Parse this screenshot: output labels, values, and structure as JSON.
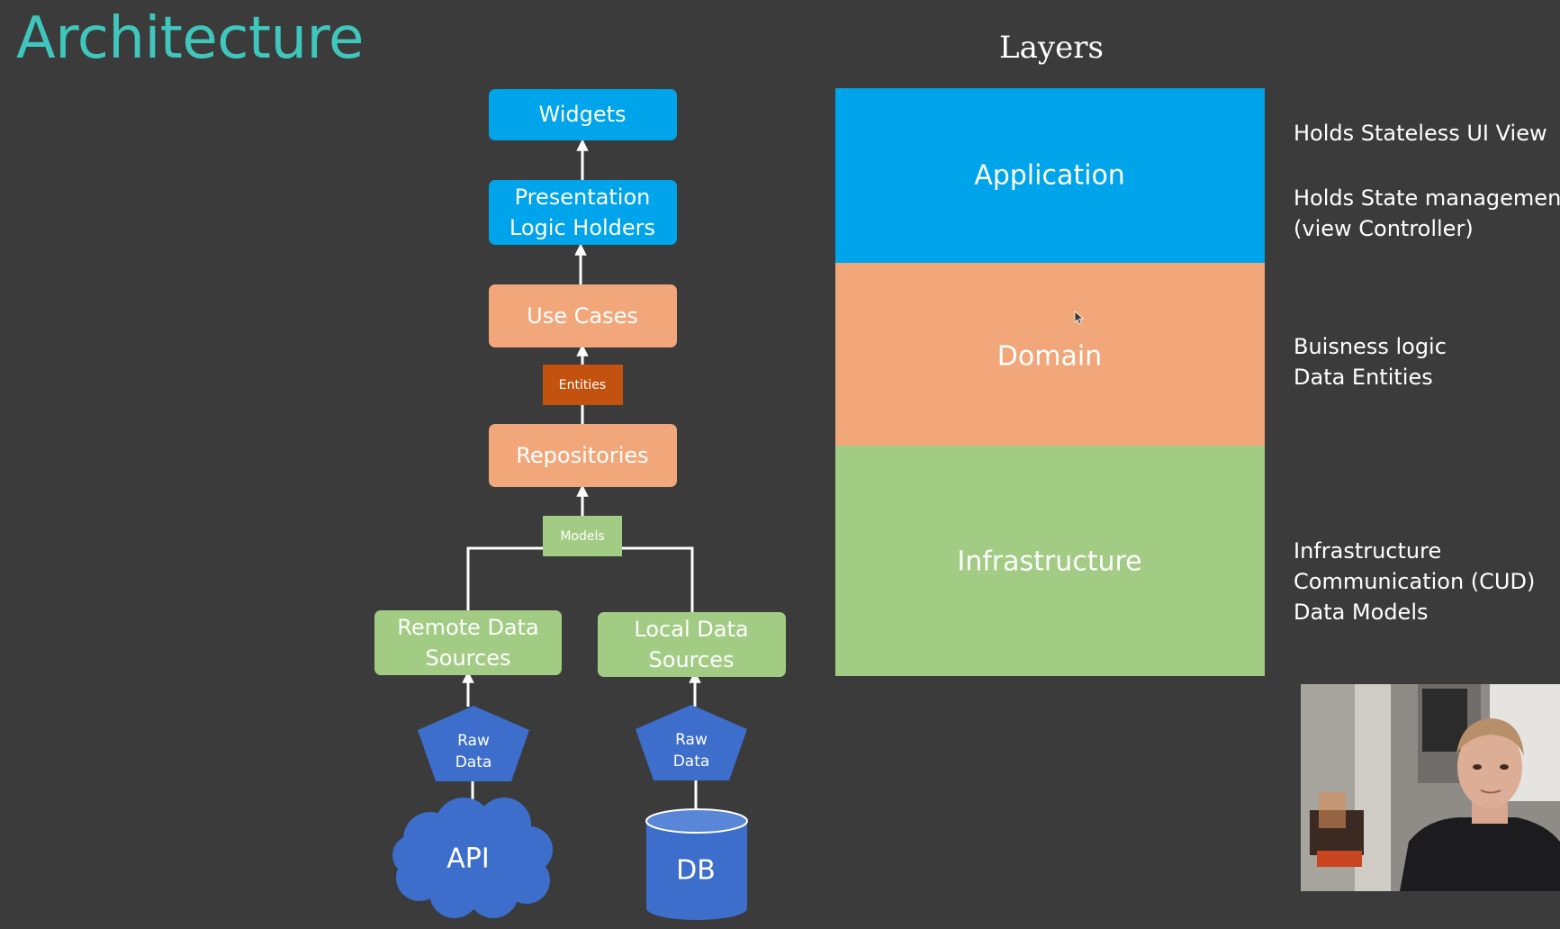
{
  "slide": {
    "title": "Architecture"
  },
  "flow": {
    "widgets": "Widgets",
    "presentation": [
      "Presentation",
      "Logic Holders"
    ],
    "use_cases": "Use Cases",
    "entities": "Entities",
    "repositories": "Repositories",
    "models": "Models",
    "remote_sources": [
      "Remote Data",
      "Sources"
    ],
    "local_sources": [
      "Local Data",
      "Sources"
    ],
    "raw_data_left": [
      "Raw",
      "Data"
    ],
    "raw_data_right": [
      "Raw",
      "Data"
    ],
    "api": "API",
    "db": "DB"
  },
  "layers": {
    "title": "Layers",
    "application": "Application",
    "domain": "Domain",
    "infrastructure": "Infrastructure"
  },
  "descriptions": {
    "application": [
      "Holds Stateless UI View",
      "Holds State management",
      "(view Controller)"
    ],
    "domain": [
      "Buisness logic",
      "Data Entities"
    ],
    "infrastructure": [
      "Infrastructure",
      "Communication (CUD)",
      "Data Models"
    ]
  },
  "colors": {
    "background": "#3b3b3b",
    "title": "#3fc7bd",
    "blue": "#00a4ea",
    "orange": "#f1a77a",
    "dark_orange": "#c4520f",
    "green": "#a2cc84",
    "shape_blue": "#3d6ecb",
    "connector": "#ffffff"
  }
}
